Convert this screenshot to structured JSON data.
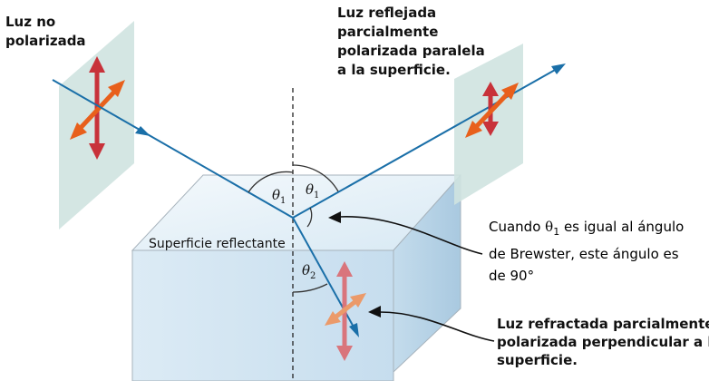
{
  "labels": {
    "unpolarized": [
      "Luz no",
      "polarizada"
    ],
    "reflected": [
      "Luz reflejada",
      "parcialmente",
      "polarizada paralela",
      "a la superficie."
    ],
    "brewster": {
      "line1_pre": "Cuando ",
      "theta": "θ",
      "subscript": "1",
      "line1_post": " es igual al ángulo",
      "line2": "de Brewster, este ángulo es",
      "line3": "de 90°"
    },
    "refracted": [
      "Luz refractada parcialmente",
      "polarizada perpendicular a la",
      "superficie."
    ],
    "surface": "Superficie reflectante"
  },
  "angles": {
    "incident": {
      "symbol": "θ",
      "subscript": "1"
    },
    "reflected": {
      "symbol": "θ",
      "subscript": "1"
    },
    "refracted": {
      "symbol": "θ",
      "subscript": "2"
    }
  },
  "colors": {
    "ray": "#1a6fa8",
    "red_arrow": "#c8323a",
    "orange_arrow": "#e8601c",
    "refracted_red": "#d9757c",
    "refracted_orange": "#eb9a6a",
    "plane": "#cfe3e0",
    "block_top": "#e6f1f8",
    "block_front": "#d2e5f2",
    "block_side": "#bcd6e9",
    "block_edge": "#9aa4ad"
  }
}
